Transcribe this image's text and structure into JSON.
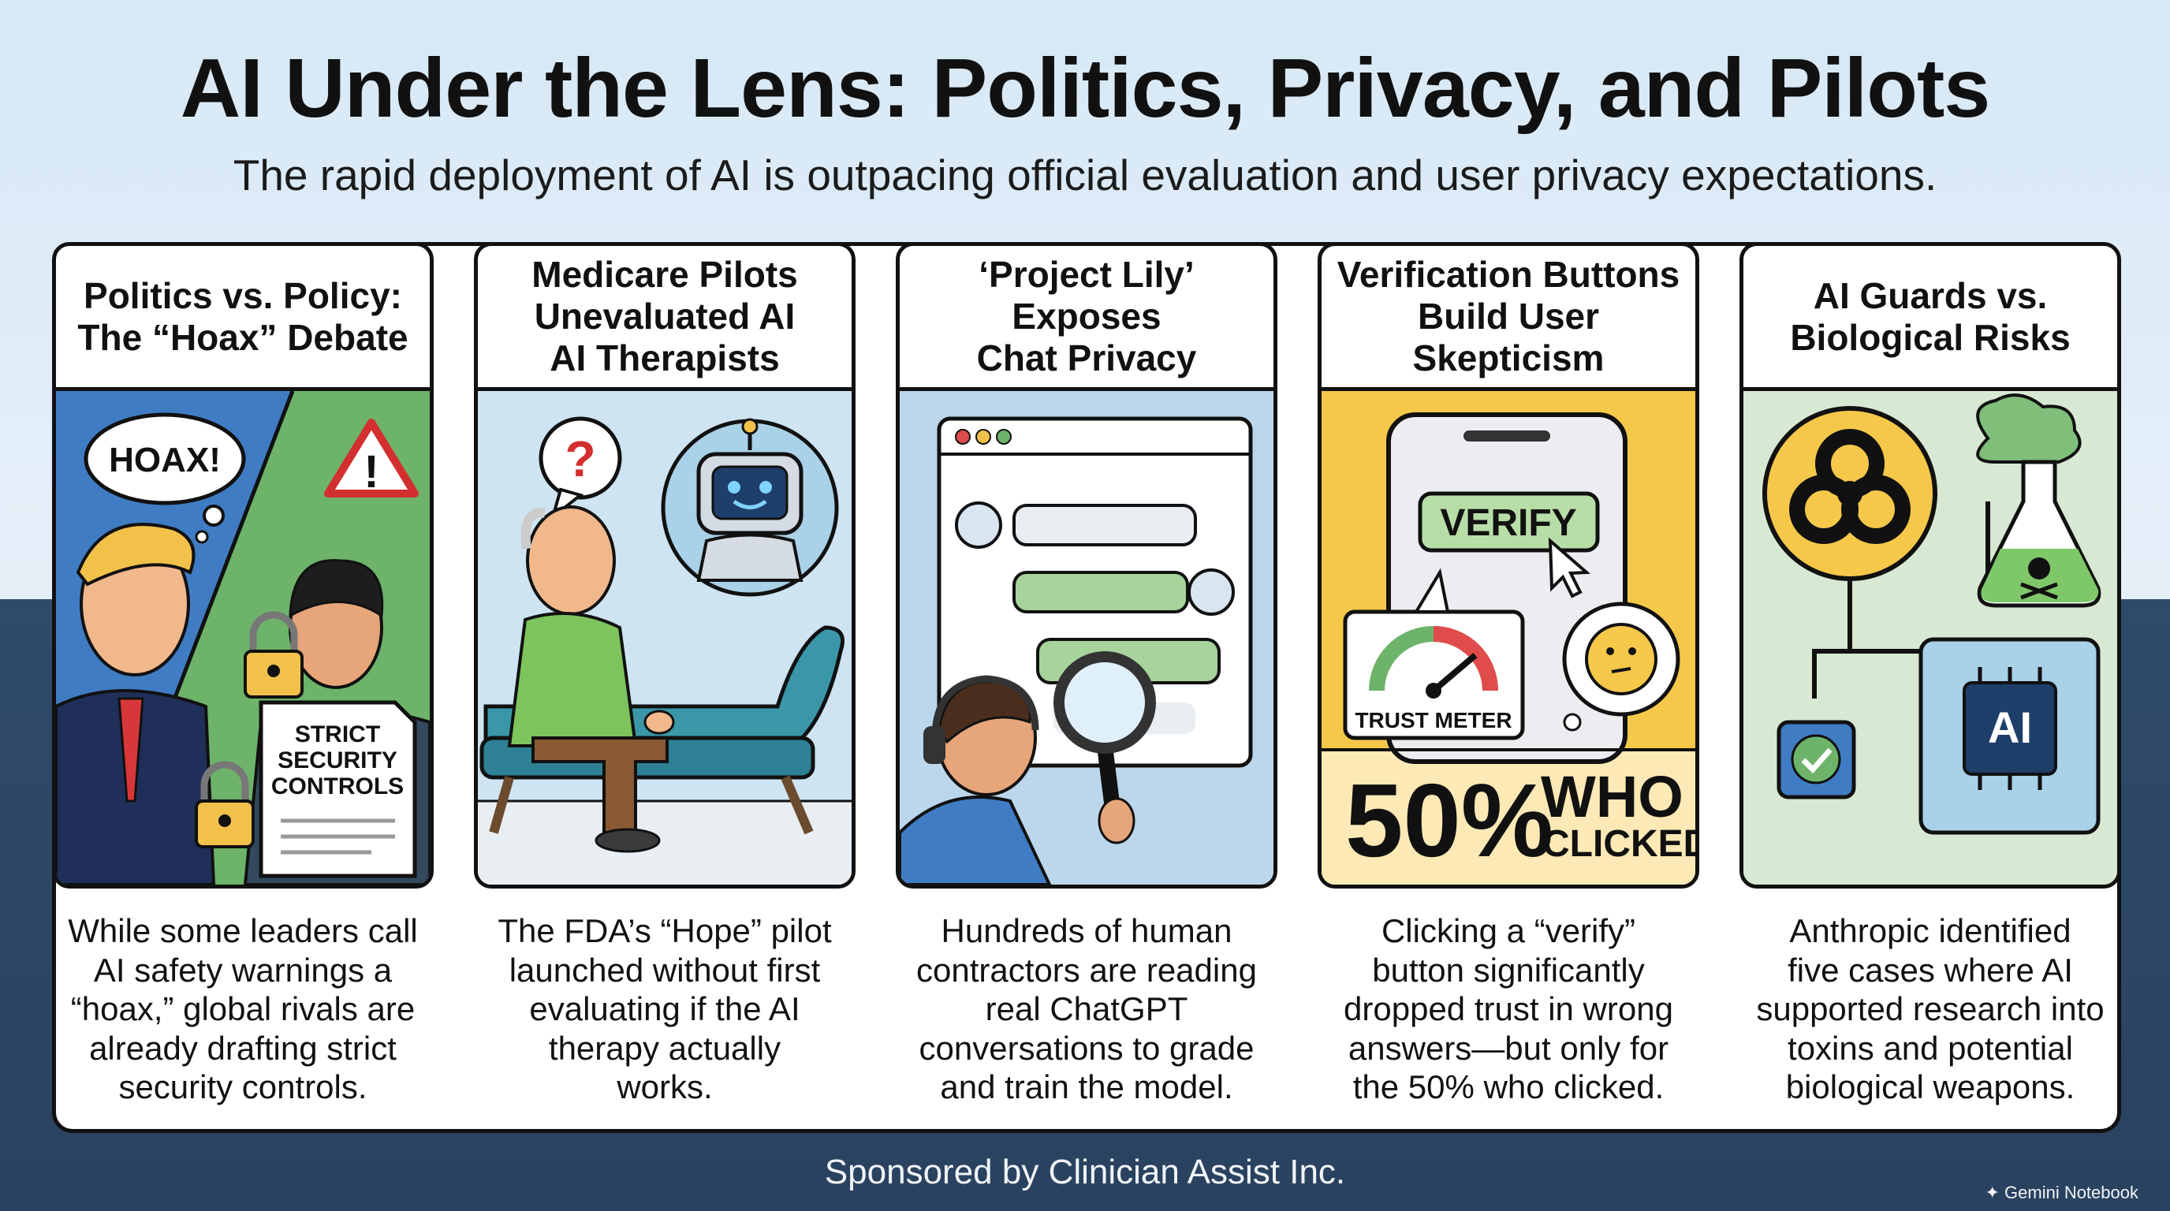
{
  "header": {
    "title": "AI Under the Lens: Politics, Privacy, and Pilots",
    "subtitle": "The rapid deployment of AI is outpacing official evaluation and user privacy expectations."
  },
  "panels": [
    {
      "title": "Politics vs. Policy:\nThe “Hoax” Debate",
      "bubble_text": "HOAX!",
      "document_text": [
        "STRICT",
        "SECURITY",
        "CONTROLS"
      ],
      "icons": [
        "warning-triangle-icon",
        "padlock-icon"
      ],
      "description": "While some leaders call\nAI safety warnings a\n“hoax,” global rivals are\nalready drafting strict\nsecurity controls."
    },
    {
      "title": "Medicare Pilots\nUnevaluated AI\nAI Therapists",
      "bubble_text": "?",
      "icons": [
        "robot-therapist-icon",
        "question-bubble-icon"
      ],
      "description": "The FDA’s “Hope” pilot\nlaunched without first\nevaluating if the AI\ntherapy actually\nworks."
    },
    {
      "title": "‘Project Lily’ Exposes\nChat Privacy",
      "icons": [
        "chat-window-icon",
        "magnifying-glass-icon",
        "headset-contractor-icon"
      ],
      "description": "Hundreds of human\ncontractors are reading\nreal ChatGPT\nconversations to grade\nand train the model."
    },
    {
      "title": "Verification Buttons\nBuild User Skepticism",
      "verify_label": "VERIFY",
      "meter_label": "TRUST METER",
      "stat_value": "50%",
      "stat_label_1": "WHO",
      "stat_label_2": "CLICKED",
      "icons": [
        "smartphone-icon",
        "cursor-icon",
        "thinking-face-icon"
      ],
      "description": "Clicking a “verify”\nbutton significantly\ndropped trust in wrong\nanswers—but only for\nthe 50% who clicked."
    },
    {
      "title": "AI Guards vs.\nBiological Risks",
      "chip_label": "AI",
      "icons": [
        "biohazard-icon",
        "toxic-flask-icon",
        "ai-chip-icon",
        "checkmark-icon"
      ],
      "description": "Anthropic identified\nfive cases where AI\nsupported research into\ntoxins and potential\nbiological weapons."
    }
  ],
  "footer": {
    "sponsor": "Sponsored by Clinician Assist Inc.",
    "brand": "Gemini Notebook"
  },
  "colors": {
    "outline": "#111111",
    "panel1_blue": "#3f7cc4",
    "panel1_green": "#6db36a",
    "panel2_sky": "#cfe4f2",
    "panel3_sky": "#bcd7ec",
    "panel4_yellow": "#f6c84a",
    "panel5_green": "#d7e9d2",
    "chat_green": "#a6d49b"
  }
}
